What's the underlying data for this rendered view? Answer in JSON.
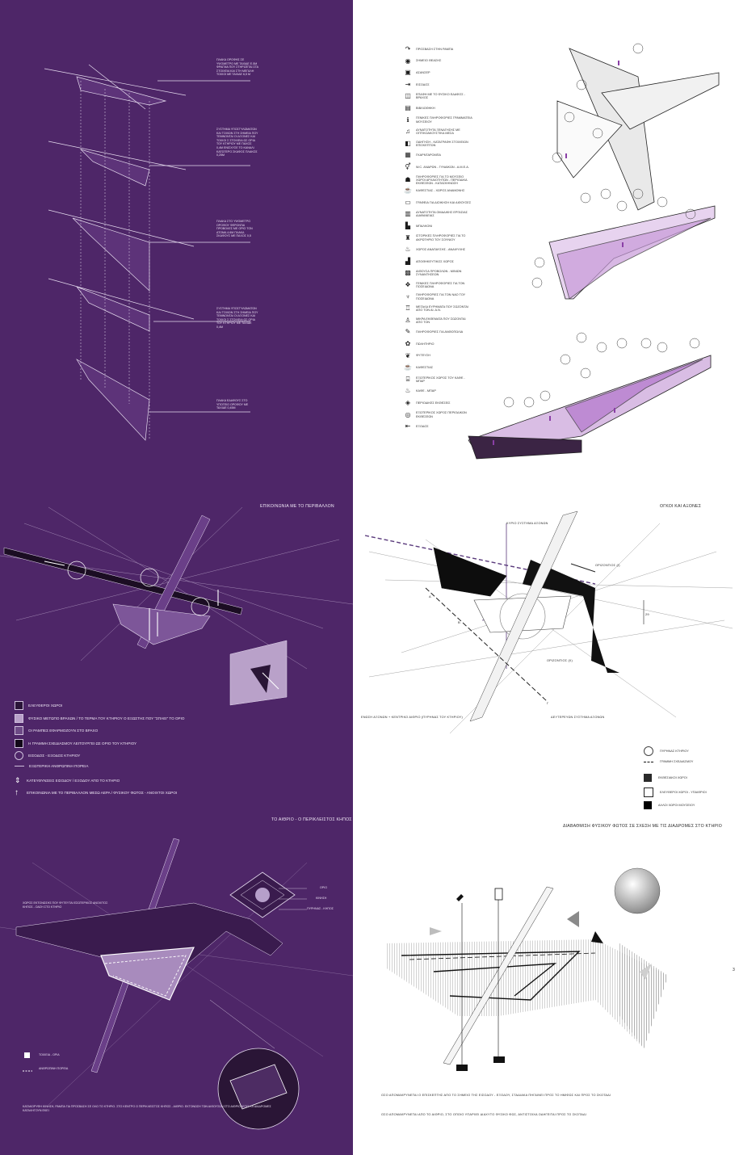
{
  "colors": {
    "purple_bg": "#4e2668",
    "accent": "#b25ad0",
    "line": "#e6dcef",
    "dark": "#1c1c1c"
  },
  "panel1": {
    "annotations": [
      "ΠΛΑΚΑ ΟΡΟΦΗΣ ΣΕ ΥΨΟΜΕΤΡΟ ΜΕ ΤΑΧΙΔΕ Ε.5m ΦΡΑΓΜΑ ΠΟΥ ΣΤΗΡΙΖΕΤΑΙ ΣΤΑ ΣΤΟΙΧΕΙΑ ΚΑΙ ΣΤΗ ΜΕΓΑΛΗ ΤΟΙΧΟΙ ΜΕ ΤΑΧΙΔΕ 6,5 m",
      "ΣΥΣΤΗΜΑ ΥΠΟΣΤΥΛΩΜΑΤΩΝ ΚΑΙ ΤΟΙΧΩΝ ΣΤΗ ΣΗΜΕΙΑ ΠΟΥ ΤΕΜΝΟΝΤΑΙ ΟΙ ΑΞΟΝΕΣ ΚΑΙ ΤΟΙΧΟΙ Σ ΣΤΟΙΧΕΙΑ ΩΣ ΟΡΙΑ ΤΟΥ ΚΤΗΡΙΟΥ ΜΕ ΠΑΧΟΣ 0,4m ΕΝΙΣΧΥΣΕ ΤΟ ΚΑΝΑΛΙ ΚΑΤΩΤΕΡΟ ΣΚΑΦΟΣ ΠΛΑΚΟΣ 0,25m",
      "ΠΛΑΚΑ ΣΤΟ ΥΨΟΜΕΤΡΟ ΟΡΟΦΟΥ ΦΕΡΟΝΤΑΙ ΠΡΟΒΟΛΕΣ ΜΕ ΟΡΙΟ ΤΟΝ ΑΤΟΜΑ 4.6m ΠΛΑΚΑ ΣΚΑΦΟΥΣ ΜΕ ΠΑΧΟΣ 0,5",
      "ΣΥΣΤΗΜΑ ΥΠΟΣΤΥΛΩΜΑΤΩΝ ΚΑΙ ΤΟΙΧΩΝ ΣΤΗ ΣΗΜΕΙΑ ΠΟΥ ΤΕΜΝΟΝΤΑΙ ΟΙ ΑΞΟΝΕΣ ΚΑΙ ΤΟΙΧΟΙ Σ ΣΤΟΙΧΕΙΑ ΩΣ ΟΡΙΑ ΤΟΥ ΚΤΗΡΙΟΥ ΜΕ ΤΑΧΙΔΕ 0,4m",
      "ΠΛΑΚΑ ΕΔΑΦΟΥΣ ΣΤΟ ΥΠΟΓΕΙΟ ΟΡΟΦΟΥ ΜΕ ΤΑΧΙΔΕ 0,45m"
    ]
  },
  "panel2": {
    "legend": [
      {
        "icon": "↷",
        "label": "ΠΡΟΣΒΑΣΗ ΣΤΗΝ ΡΑΜΠΑ"
      },
      {
        "icon": "◉",
        "label": "ΣΗΜΕΙΟ ΘΕΑΣΗΣ"
      },
      {
        "icon": "▣",
        "label": "ΑΣΑΝΣΕΡ"
      },
      {
        "icon": "⇥",
        "label": "ΕΙΣΟΔΟΣ"
      },
      {
        "icon": "◫",
        "label": "ΕΠΑΦΗ ΜΕ ΤΟ ΦΥΣΙΚΟ ΕΔΑΦΟΣ - ΒΡΑΧΟΣ"
      },
      {
        "icon": "▤",
        "label": "ΒΙΒΛΙΟΘΗΚΗ"
      },
      {
        "icon": "ℹ",
        "label": "ΓΕΝΙΚΕΣ ΠΛΗΡΟΦΟΡΙΕΣ ΓΡΑΜΜΑΤΕΙΑ ΜΟΥΣΕΙΟΥ"
      },
      {
        "icon": "♫",
        "label": "ΔΥΝΑΤΟΤΗΤΑ ΞΕΝΑΓΗΣΗΣ ΜΕ ΟΠΤΙΚΟΑΚΟΥΣΤΙΚΑ ΜΕΣΑ"
      },
      {
        "icon": "◧",
        "label": "ΟΔΗΓΗΣΗ - ΚΑΤΑΓΡΑΦΗ ΣΤΟΙΧΕΙΩΝ ΕΠΙΣΚΕΠΤΩΝ"
      },
      {
        "icon": "▦",
        "label": "ΓΚΑΡΝΤΑΡΟΜΠΑ"
      },
      {
        "icon": "⚥",
        "label": "W.C. ΑΝΔΡΩΝ - ΓΥΝΑΙΚΩΝ - Α.Μ.Ε.Α."
      },
      {
        "icon": "☗",
        "label": "ΠΛΗΡΟΦΟΡΙΕΣ ΓΙΑ ΤΟ ΜΟΥΣΕΙΟ ΧΩΡΟΙ ΑΡΧΑΙΟΤΗΤΩΝ - ΠΕΡΙΟΔΙΚΑ ΕΚΘΕΣΕΩΝ - ΚΑΤΑΣΚΗΝΩΣΗ"
      },
      {
        "icon": "☕",
        "label": "ΚΑΦΕΣΤΙΑΣ - ΧΩΡΟΣ ΑΝΑΜΟΝΗΣ"
      },
      {
        "icon": "▭",
        "label": "ΓΡΑΦΕΙΑ ΓΙΑ ΔΙΟΙΚΗΣΗ ΚΑΙ ΑΙΘΟΥΣΕΣ"
      },
      {
        "icon": "▥",
        "label": "ΔΥΝΑΤΟΤΗΤΑ ΟΜΑΔΙΚΗΣ ΕΡΓΑΣΙΑΣ ΔΙΑΦΑΝΕΙΑΣ"
      },
      {
        "icon": "▙",
        "label": "ΜΠΑΛΚΟΝΙ"
      },
      {
        "icon": "♜",
        "label": "ΙΣΤΟΡΙΚΕΣ ΠΛΗΡΟΦΟΡΙΕΣ ΓΙΑ ΤΟ ΑΚΡΩΤΗΡΙΟ ΤΟΥ ΣΟΥΝΙΟΥ"
      },
      {
        "icon": "♨",
        "label": "ΧΩΡΟΣ ΑΝΑΠΑΥΣΗΣ - ΑΝΑΨΥΧΗΣ"
      },
      {
        "icon": "▟",
        "label": "ΑΠΟΘΗΚΕΥΤΙΚΟΣ ΧΩΡΟΣ"
      },
      {
        "icon": "▩",
        "label": "ΑΙΘΟΥΣΑ ΠΡΟΒΟΛΩΝ - ΜΙΝΙΩΝ ΣΥΝΑΝΤΗΣΕΩΝ"
      },
      {
        "icon": "❖",
        "label": "ΓΕΝΙΚΕΣ ΠΛΗΡΟΦΟΡΙΕΣ ΓΙΑ ΤΟΝ ΠΟΣΕΙΔΩΝΑ"
      },
      {
        "icon": "♆",
        "label": "ΠΛΗΡΟΦΟΡΙΕΣ ΓΙΑ ΤΟΝ ΝΑΟ ΤΟΥ ΠΟΣΕΙΔΩΝΑ"
      },
      {
        "icon": "♖",
        "label": "ΜΕΓΑΛΑ ΕΥΡΗΜΑΤΑ ΠΟΥ ΣΩΖΟΝΤΑΙ ΑΠΟ ΤΟΝ ΑΙ. Α.Ν."
      },
      {
        "icon": "♙",
        "label": "ΜΙΚΡΑ ΕΚΘΕΜΑΤΑ ΠΟΥ ΣΩΖΟΝΤΑΙ ΑΠΟ ΤΟΝ"
      },
      {
        "icon": "✎",
        "label": "ΠΛΗΡΟΦΟΡΙΕΣ ΓΙΑ ΑΝΘΟΠΩΛΙΑ"
      },
      {
        "icon": "✿",
        "label": "ΠΩΛΗΤΗΡΙΟ"
      },
      {
        "icon": "❦",
        "label": "ΦΥΤΕΥΣΗ"
      },
      {
        "icon": "☕",
        "label": "ΚΑΦΕΣΤΙΑΣ"
      },
      {
        "icon": "⌸",
        "label": "ΕΞΩΤΕΡΙΚΟΣ ΧΩΡΟΣ ΤΟΥ ΚΑΦΕ - ΜΠΑΡ"
      },
      {
        "icon": "♨",
        "label": "ΚΑΦΕ - ΜΠΑΡ"
      },
      {
        "icon": "◈",
        "label": "ΠΕΡΙΟΔΙΚΕΣ ΕΚΘΕΣΕΙΣ"
      },
      {
        "icon": "◎",
        "label": "ΕΞΩΤΕΡΙΚΟΣ ΧΩΡΟΣ ΠΕΡΙΟΔΙΚΩΝ ΕΚΘΕΣΕΩΝ"
      },
      {
        "icon": "⇤",
        "label": "ΕΞΟΔΟΣ"
      }
    ]
  },
  "panel3": {
    "title": "ΕΠΙΚΟΙΝΩΝΙΑ ΜΕ ΤΟ ΠΕΡΙΒΑΛΛΟΝ",
    "legend": [
      "ΕΛΕΥΘΕΡΟΙ ΧΩΡΟΙ",
      "ΦΥΣΙΚΟ ΜΕΤΩΠΟ ΒΡΑΧΩΝ / ΤΟ ΤΕΡΜΑ ΤΟΥ ΚΤΗΡΙΟΥ Ο ΕΞΩΣΤΗΣ ΠΟΥ \"ΣΠΑΕΙ\" ΤΟ ΟΡΙΟ",
      "ΟΙ ΡΑΜΠΕΣ ΕΦΑΡΜΟΖΟΥΝ ΣΤΟ ΒΡΑΧΟ",
      "Η ΓΡΑΜΜΗ ΣΧΕΔΙΑΣΜΟΥ ΛΕΙΤΟΥΡΓΕΙ ΩΣ ΟΡΙΟ ΤΟΥ ΚΤΗΡΙΟΥ",
      "ΕΙΣΟΔΟΣ - ΕΞΟΔΟΣ ΚΤΗΡΙΟΥ",
      "ΕΞΩΤΕΡΙΚΗ ΑΝΘΡΩΠΙΝΗ ΠΟΡΕΙΑ",
      "ΚΑΤΕΥΘΥΝΣΕΙΣ ΕΙΣΟΔΟΥ / ΕΞΟΔΟΥ ΑΠΟ ΤΟ ΚΤΗΡΙΟ",
      "ΕΠΙΚΟΙΝΩΝΙΑ ΜΕ ΤΟ ΠΕΡΙΒΑΛΛΟΝ ΜΕΣΩ ΑΕΡΑ / ΦΥΣΙΚΟΥ ΦΩΤΟΣ - ΑΝΟΙΧΤΟΙ ΧΩΡΟΙ"
    ]
  },
  "panel4": {
    "title": "ΟΓΚΟΙ ΚΑΙ ΑΞΟΝΕΣ",
    "labels": {
      "axis_main": "ΚΥΡΙΟ ΣΥΣΤΗΜΑ ΑΞΟΝΩΝ",
      "horiz1": "ΟΡΙΖΟΝΤΙΟΣ (Ι)",
      "horiz2": "ΟΡΙΖΟΝΤΙΟΣ (ΙΙ)",
      "angle": "29",
      "a": "Α",
      "b": "Β",
      "g": "Γ"
    },
    "caption_left": "ΕΝΩΣΗ ΑΞΟΝΩΝ + ΚΕΝΤΡΙΚΟ ΑΙΘΡΙΟ (ΠΥΡΗΝΑΣ ΤΟΥ ΚΤΗΡΙΟΥ)",
    "caption_right": "ΔΕΥΤΕΡΕΥΩΝ ΣΥΣΤΗΜΑ ΑΞΟΝΩΝ",
    "legend": [
      "ΠΥΡΗΝΑΣ ΚΤΗΡΙΟΥ",
      "ΓΡΑΜΜΗ ΣΧΕΔΙΑΣΜΟΥ",
      "ΕΚΘΕΣΙΑΚΟΙ ΧΩΡΟΙ",
      "ΕΛΕΥΘΕΡΟΙ ΧΩΡΟΙ - ΥΠΑΙΘΡΙΟΙ",
      "ΑΛΛΟΙ ΧΩΡΟΙ ΜΟΥΣΕΙΟΥ"
    ]
  },
  "panel5": {
    "title": "ΤΟ ΑΙΘΡΙΟ - Ο ΠΕΡΙΚΛΕΙΣΤΟΣ ΚΗΠΟΣ",
    "note": "ΧΩΡΟΣ ΕΚΤΟΝΩΣΗΣ ΠΟΥ ΦΥΤΕΥΤΑΙ ΕΣΩΤΕΡΙΚΟΣ ΑΝΟΙΧΤΟΣ ΚΗΠΟΣ - ΟΑΣΗ ΣΤΟ ΚΤΗΡΙΟ",
    "inset_labels": [
      "ΟΡΙΟ",
      "ΚΙΝΗΣΗ",
      "ΠΥΡΗΝΑΣ - ΚΗΠΟΣ"
    ],
    "legend": [
      "ΤΟΙΧΕΙΑ - ΟΡΙΑ",
      "ΑΝΘΡΩΠΙΝΗ ΠΟΡΕΙΑ"
    ],
    "caption": "ΚΑΤΑΚΟΡΥΦΗ ΚΙΝΗΣΗ, ΡΑΜΠΑ ΓΙΑ ΠΡΟΣΒΑΣΗ ΣΕ ΟΛΟ ΤΟ ΚΤΗΡΙΟ. ΣΤΟ ΚΕΝΤΡΟ Ο ΠΕΡΙΚΛΕΙΣΤΟΣ ΚΗΠΟΣ - ΑΙΘΡΙΟ. ΕΚΤΟΝΩΣΗ ΤΩΝ ΑΙΘΟΥΣΩΝ ΣΤΟ ΑΙΘΡΙΟ ΑΥΤΟ. ΟΙ ΔΙΑΔΡΟΜΕΣ ΚΑΤΑΛΗΓΟΥΝ ΕΚΕΙ"
  },
  "panel6": {
    "title": "ΔΙΑΒΑΘΜΙΣΗ ΦΥΣΙΚΟΥ ΦΩΤΟΣ ΣΕ ΣΧΕΣΗ ΜΕ ΤΙΣ ΔΙΑΔΡΟΜΕΣ ΣΤΟ ΚΤΗΡΙΟ",
    "caption1": "ΟΣΟ ΑΠΟΜΑΚΡΥΝΕΤΑΙ Ο ΕΠΙΣΚΕΠΤΗΣ ΑΠΟ ΤΟ ΣΗΜΕΙΟ ΤΗΣ ΕΙΣΟΔΟΥ - ΕΞΟΔΟΥ, ΣΤΑΔΙΑΚΑ ΠΗΓΑΙΝΕΙ ΠΡΟΣ ΤΟ ΗΜΙΦΩΣ ΚΑΙ ΠΡΟΣ ΤΟ ΣΚΟΤΑΔΙ",
    "caption2": "ΟΣΟ ΑΠΟΜΑΚΡΥΝΕΤΑΙ ΑΠΟ ΤΟ ΑΙΘΡΙΟ, ΣΤΟ ΟΠΟΙΟ ΥΠΑΡΧΕΙ ΔΙΑΧΥΤΟ ΦΥΣΙΚΟ ΦΩΣ, ΑΝΤΙΣΤΟΙΧΑ ΟΔΗΓΕΙΤΑΙ ΠΡΟΣ ΤΟ ΣΚΟΤΑΔΙ",
    "side_mark": "3"
  }
}
